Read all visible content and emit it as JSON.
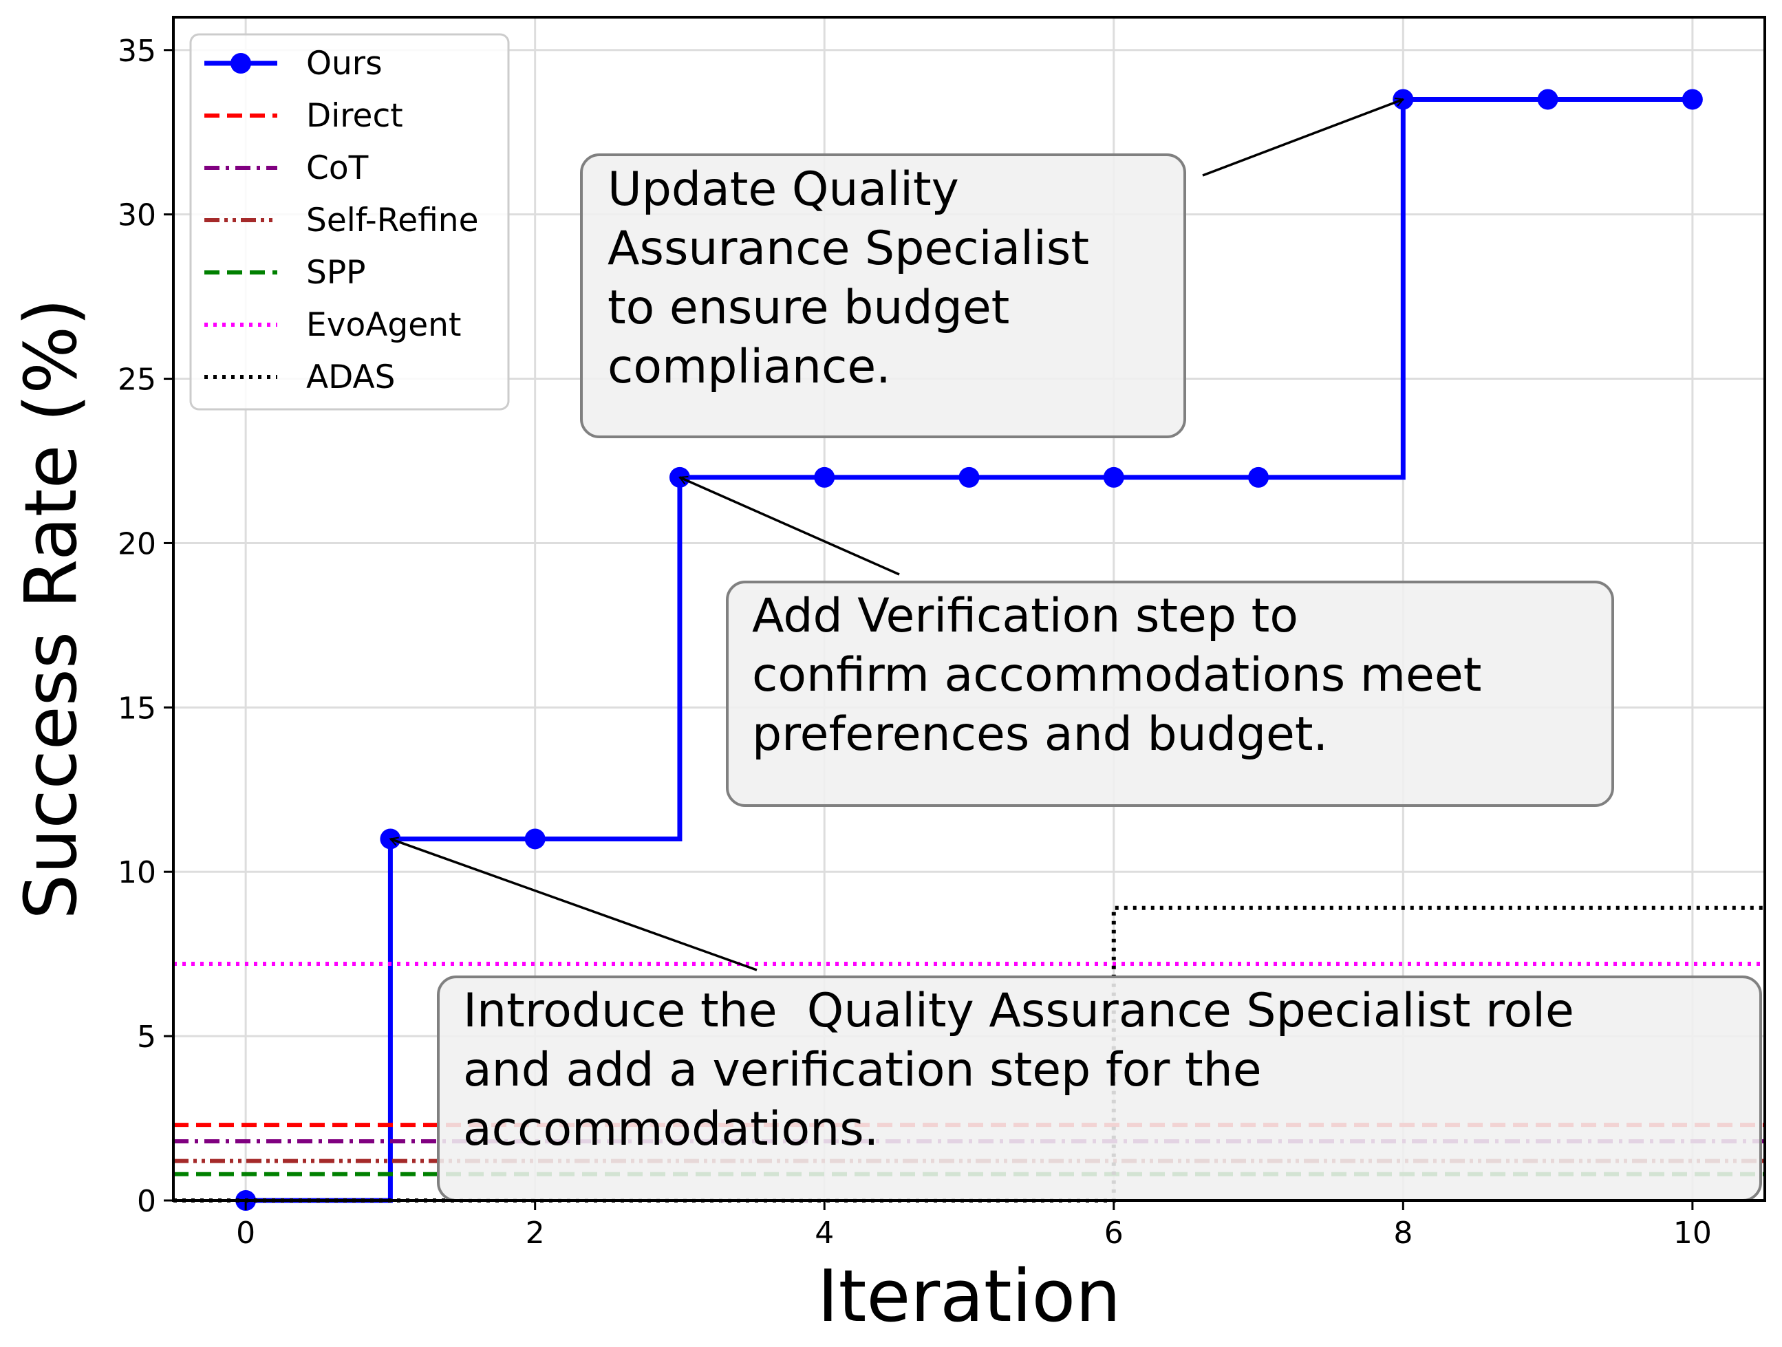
{
  "chart_data": {
    "type": "line",
    "xlabel": "Iteration",
    "ylabel": "Success Rate (%)",
    "xlim": [
      -0.5,
      10.5
    ],
    "ylim": [
      0,
      36
    ],
    "xticks": [
      0,
      2,
      4,
      6,
      8,
      10
    ],
    "yticks": [
      0,
      5,
      10,
      15,
      20,
      25,
      30,
      35
    ],
    "grid": true,
    "legend_position": "top-left",
    "series": [
      {
        "name": "Ours",
        "color": "#0000ff",
        "style": "solid-step-markers",
        "x": [
          0,
          1,
          2,
          3,
          4,
          5,
          6,
          7,
          8,
          9,
          10
        ],
        "y": [
          0,
          11,
          11,
          22,
          22,
          22,
          22,
          22,
          33.5,
          33.5,
          33.5
        ]
      },
      {
        "name": "Direct",
        "color": "#ff0000",
        "style": "dashed",
        "y": 2.3
      },
      {
        "name": "CoT",
        "color": "#800080",
        "style": "dashdot",
        "y": 1.8
      },
      {
        "name": "Self-Refine",
        "color": "#a52a2a",
        "style": "dashdotdot",
        "y": 1.2
      },
      {
        "name": "SPP",
        "color": "#008000",
        "style": "dashed",
        "y": 0.8
      },
      {
        "name": "EvoAgent",
        "color": "#ff00ff",
        "style": "dotted",
        "y": 7.2
      },
      {
        "name": "ADAS",
        "color": "#000000",
        "style": "dotted-step",
        "x": [
          -0.5,
          6,
          6,
          10.5
        ],
        "y": [
          0,
          0,
          8.9,
          8.9
        ]
      }
    ],
    "annotations": [
      {
        "text_lines": [
          "Introduce the  Quality Assurance Specialist role",
          "and add a verification step for the",
          "accommodations."
        ],
        "point": [
          1,
          11
        ]
      },
      {
        "text_lines": [
          "Add Verification step to",
          "confirm accommodations meet",
          "preferences and budget."
        ],
        "point": [
          3,
          22
        ]
      },
      {
        "text_lines": [
          "Update Quality",
          "Assurance Specialist",
          "to ensure budget",
          "compliance."
        ],
        "point": [
          8,
          33.5
        ]
      }
    ]
  }
}
